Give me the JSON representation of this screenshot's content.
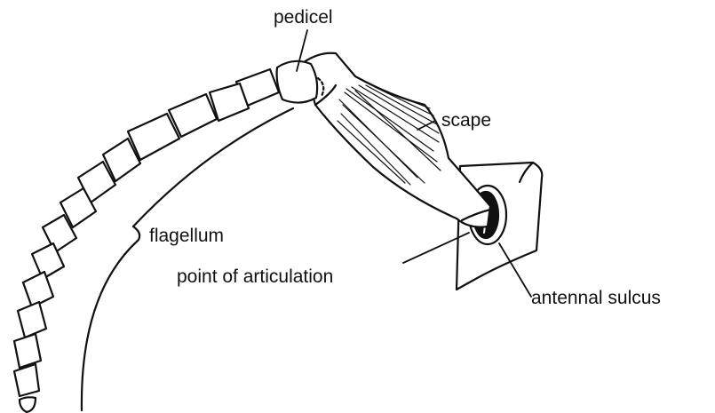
{
  "diagram": {
    "labels": {
      "pedicel": "pedicel",
      "scape": "scape",
      "flagellum": "flagellum",
      "point_of_articulation": "point of articulation",
      "antennal_sulcus": "antennal sulcus"
    },
    "colors": {
      "ink": "#111111",
      "background": "#ffffff"
    }
  }
}
